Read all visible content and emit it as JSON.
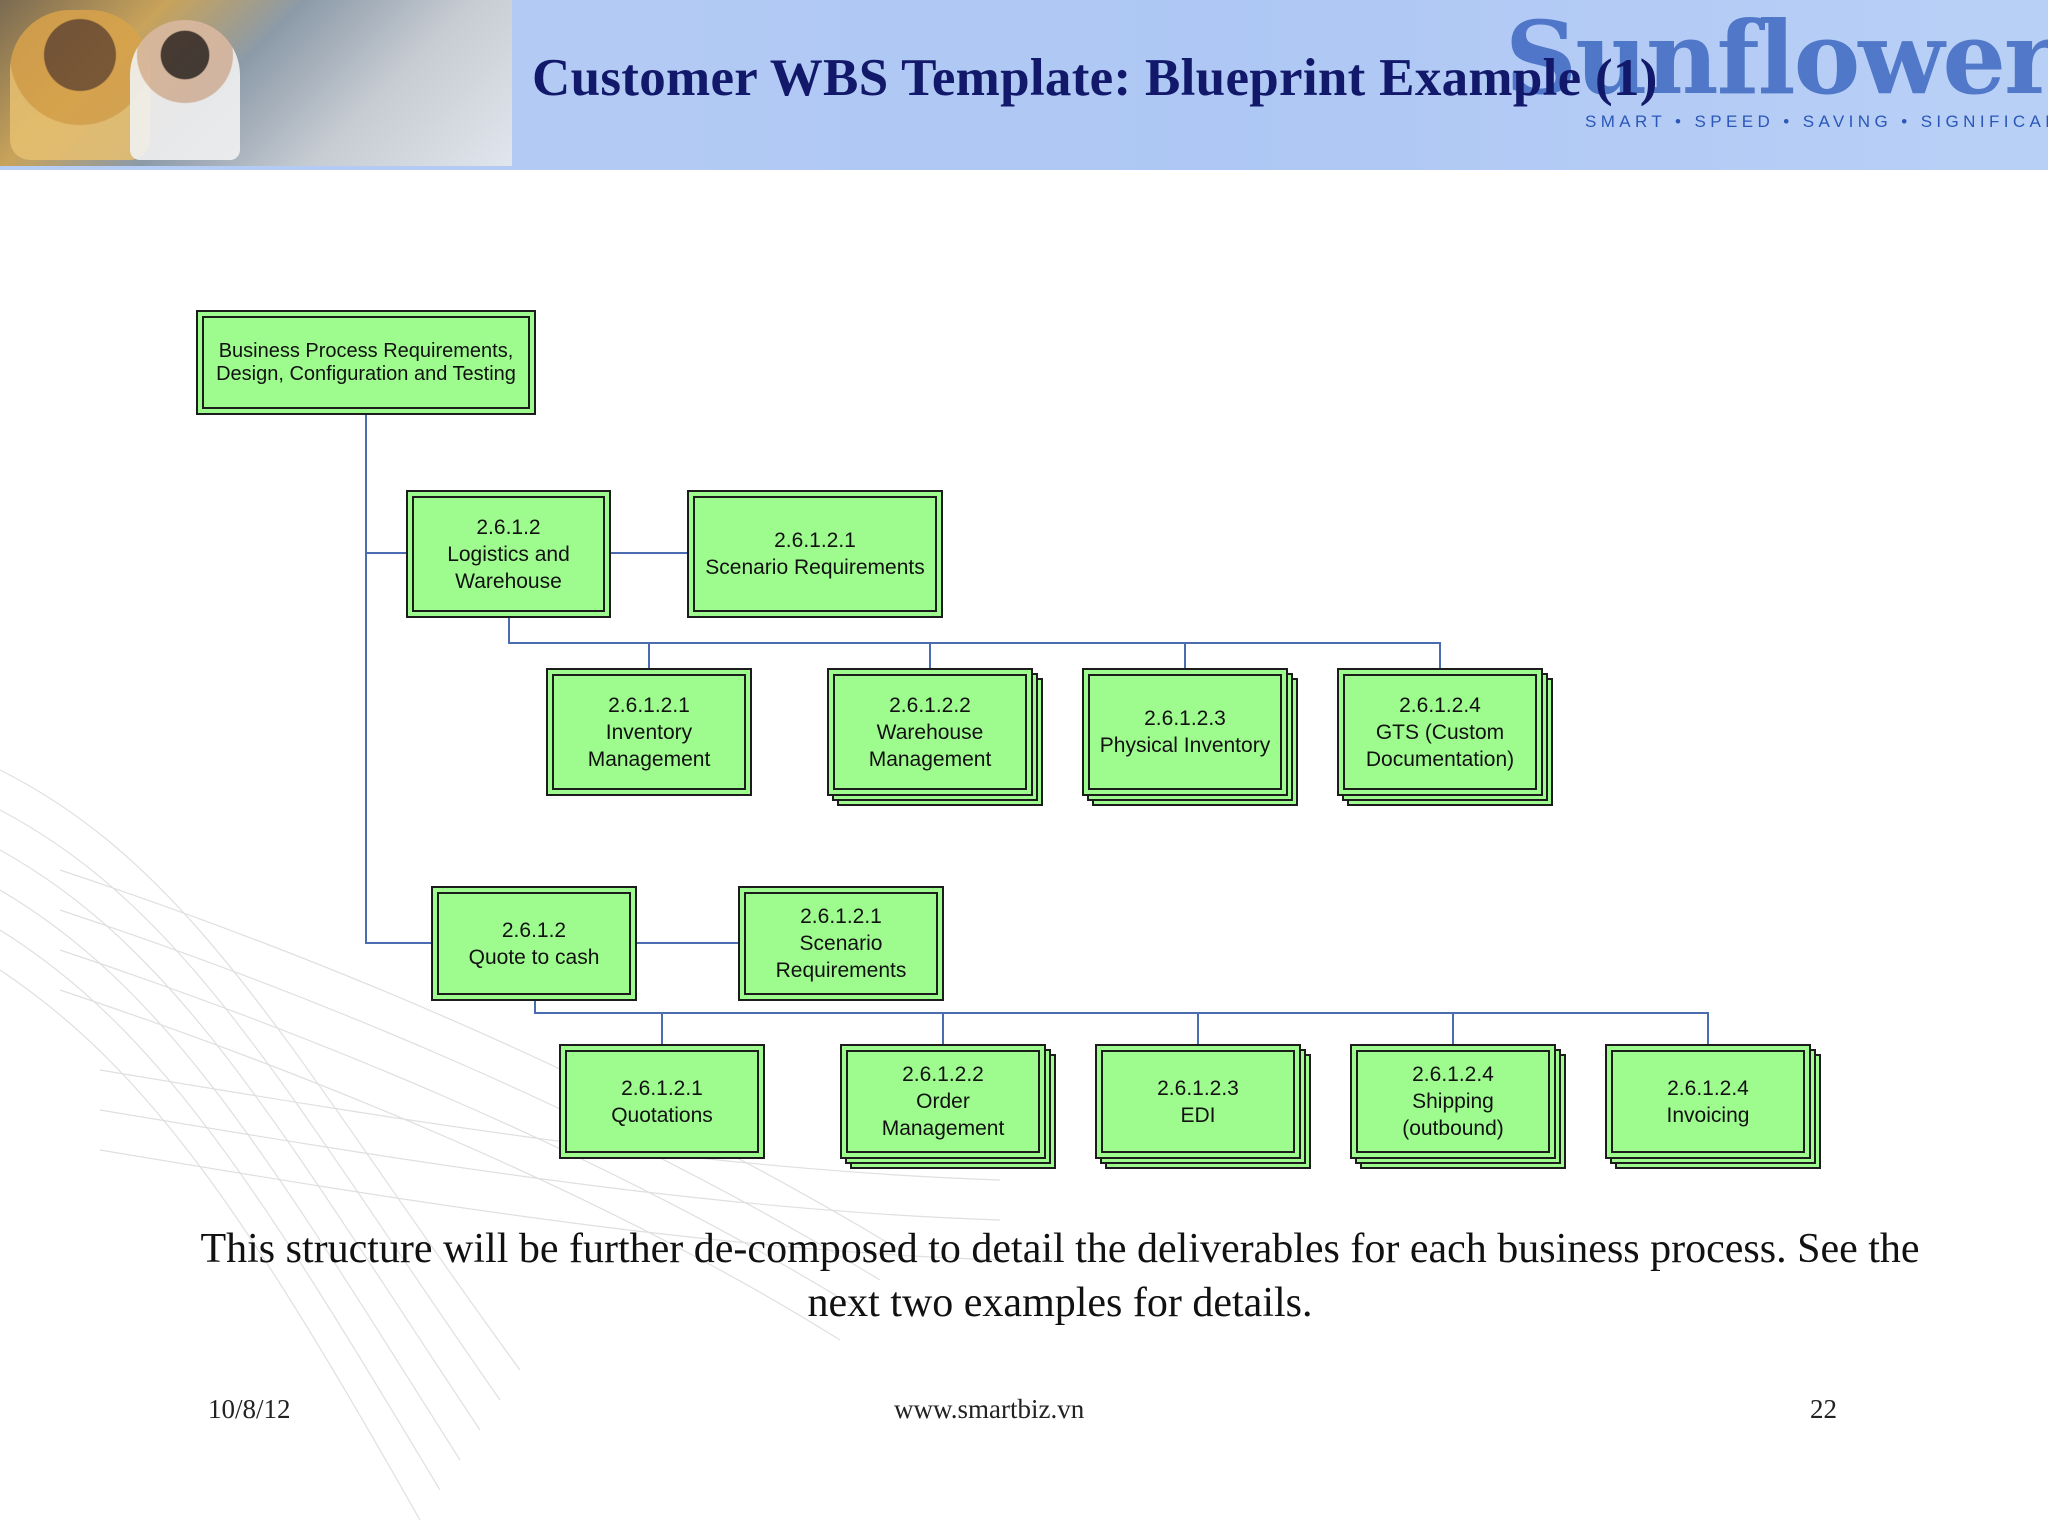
{
  "header": {
    "title": "Customer WBS Template:  Blueprint Example (1)",
    "logo_text": "Sunflower",
    "logo_tagline": "SMART • SPEED • SAVING • SIGNIFICANT"
  },
  "diagram": {
    "root": "Business Process Requirements,\nDesign, Configuration and Testing",
    "branch_1": {
      "node": "2.6.1.2\nLogistics and\nWarehouse",
      "scenario": "2.6.1.2.1\nScenario Requirements",
      "children": [
        "2.6.1.2.1\nInventory\nManagement",
        "2.6.1.2.2\nWarehouse\nManagement",
        "2.6.1.2.3\nPhysical Inventory",
        "2.6.1.2.4\nGTS (Custom\nDocumentation)"
      ]
    },
    "branch_2": {
      "node": "2.6.1.2\nQuote to cash",
      "scenario": "2.6.1.2.1\nScenario\nRequirements",
      "children": [
        "2.6.1.2.1\nQuotations",
        "2.6.1.2.2\nOrder\nManagement",
        "2.6.1.2.3\nEDI",
        "2.6.1.2.4\nShipping\n(outbound)",
        "2.6.1.2.4\nInvoicing"
      ]
    }
  },
  "caption": "This structure will be further de-composed to detail the deliverables for each business process. See the next two examples for details.",
  "footer": {
    "date": "10/8/12",
    "url": "www.smartbiz.vn",
    "page": "22"
  }
}
